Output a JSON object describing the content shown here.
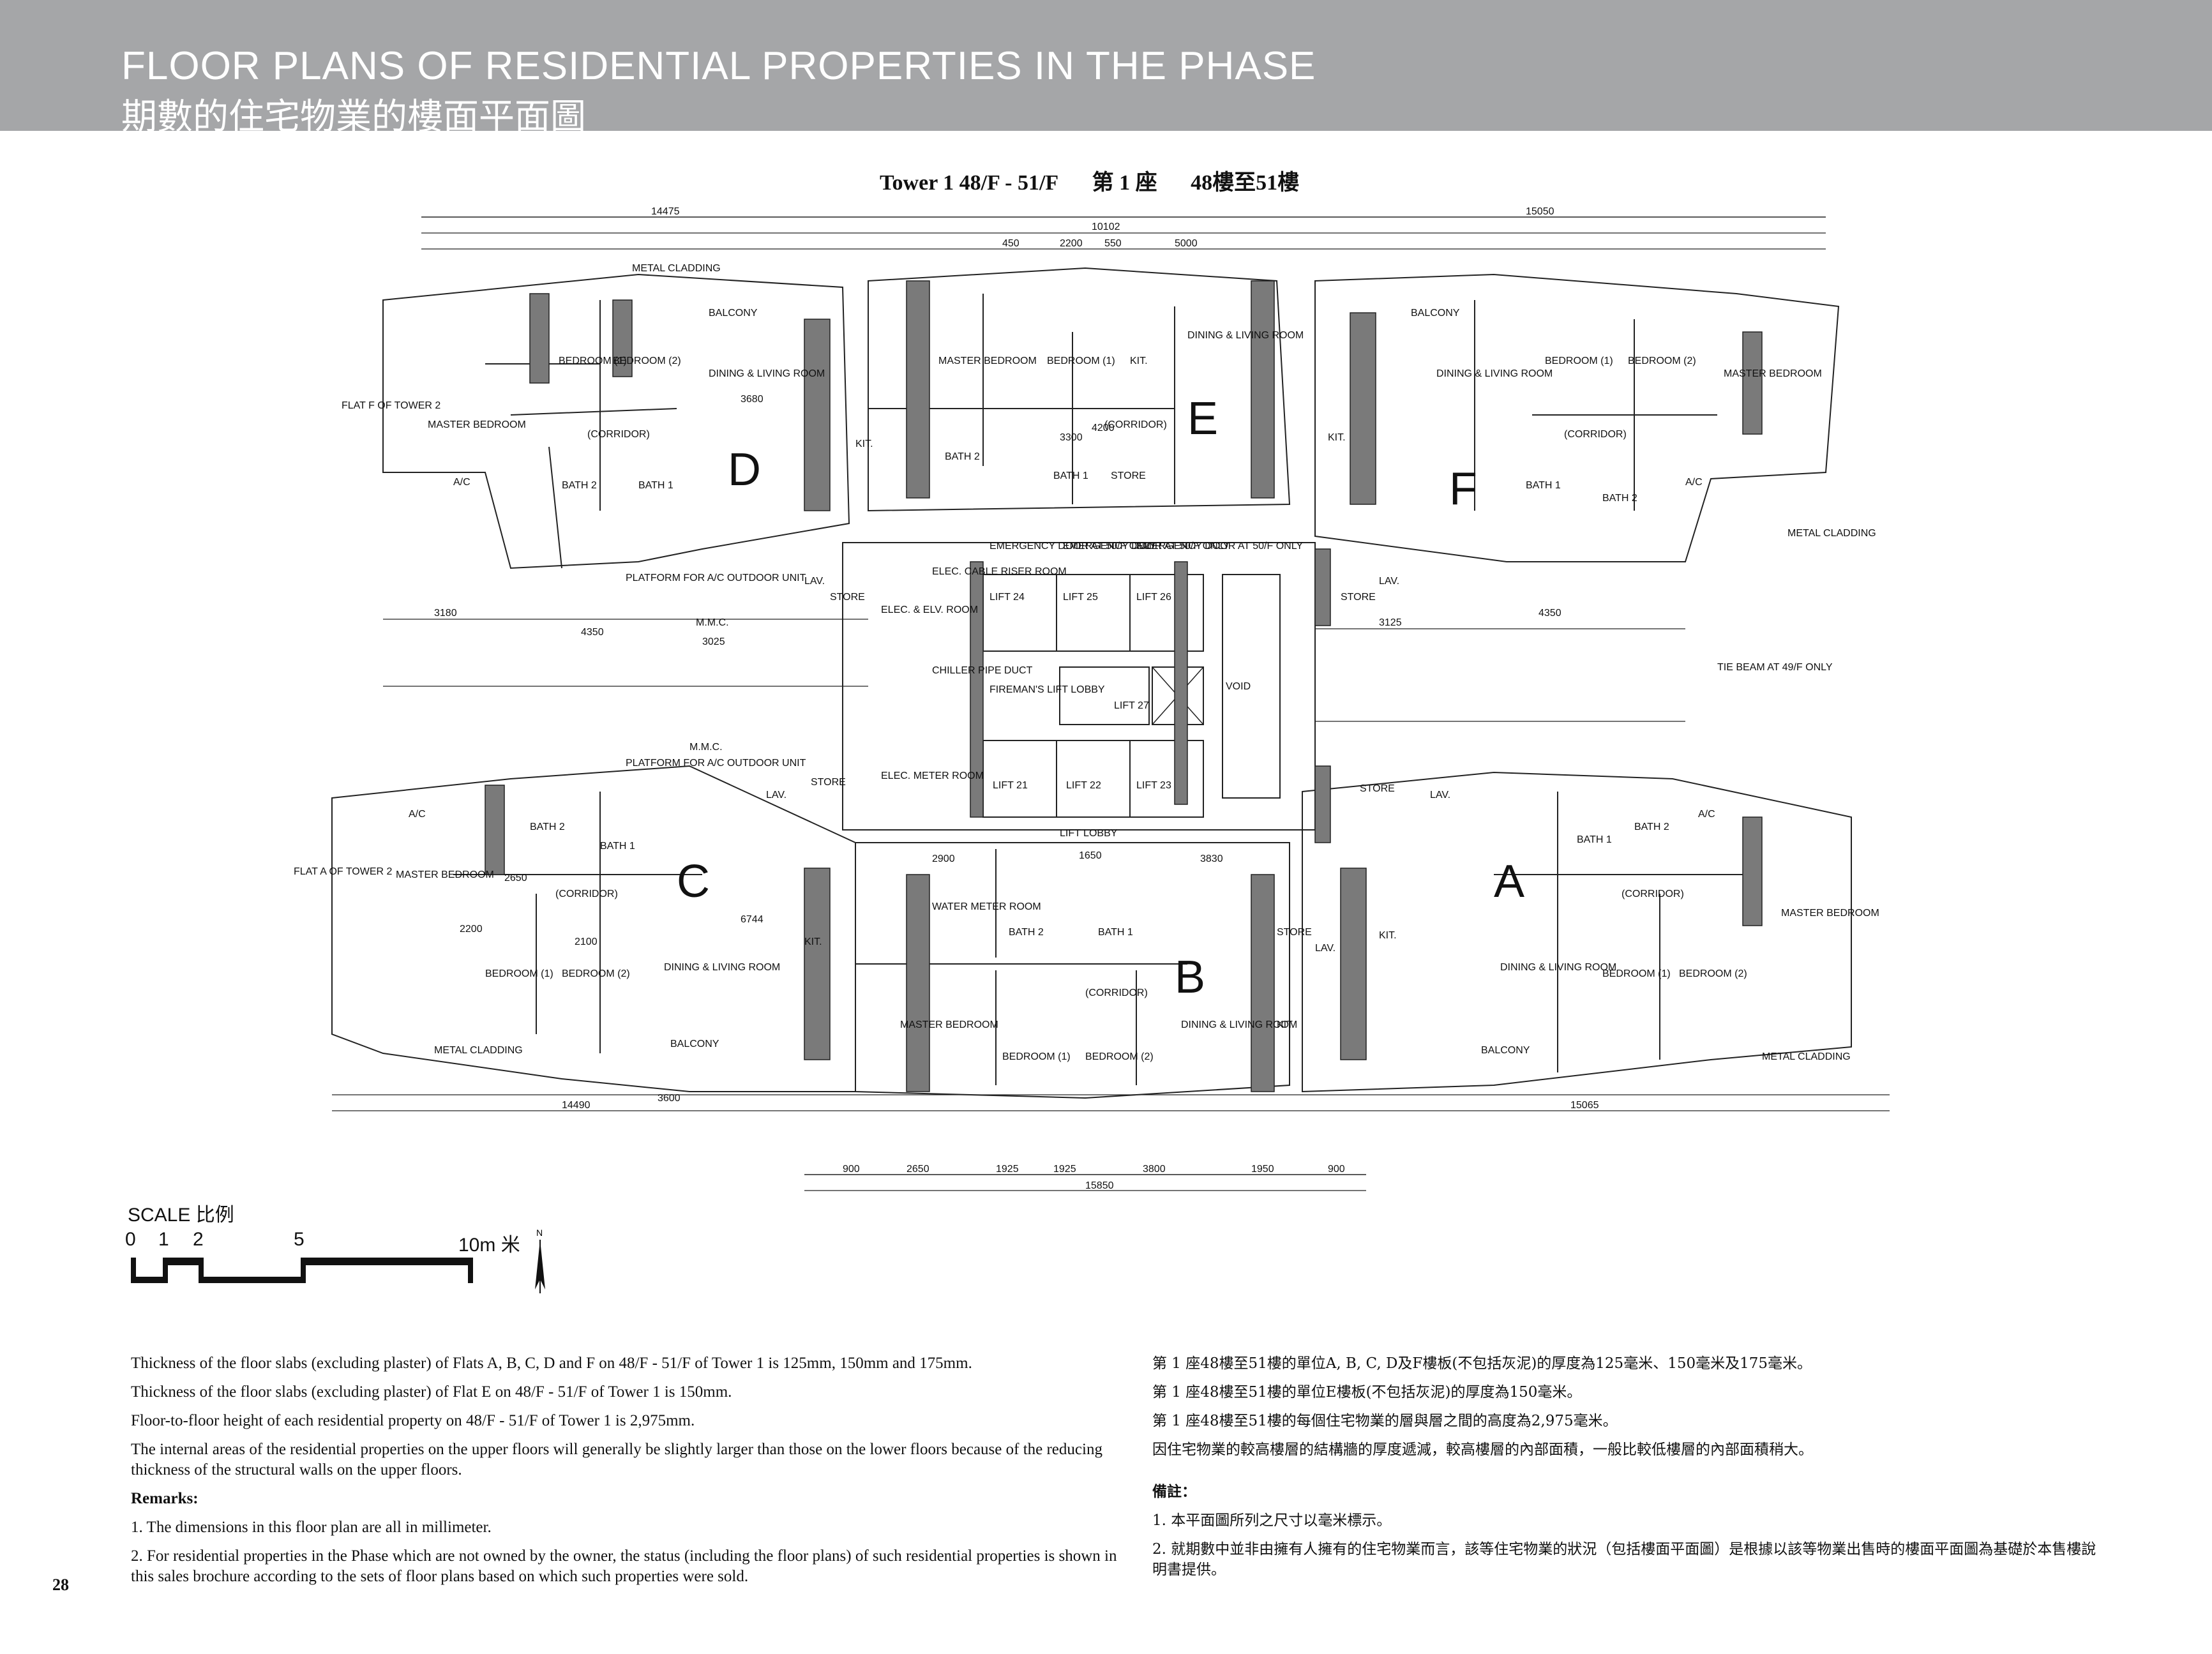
{
  "header": {
    "title_en": "FLOOR PLANS OF RESIDENTIAL PROPERTIES IN THE PHASE",
    "title_zh": "期數的住宅物業的樓面平面圖"
  },
  "plan_title": {
    "en": "Tower 1   48/F - 51/F",
    "zh_tower": "第 1 座",
    "zh_floor": "48樓至51樓"
  },
  "flats": {
    "a": "A",
    "b": "B",
    "c": "C",
    "d": "D",
    "e": "E",
    "f": "F"
  },
  "rooms": {
    "master_bedroom": "MASTER BEDROOM",
    "bedroom_1": "BEDROOM (1)",
    "bedroom_2": "BEDROOM (2)",
    "bedroom": "BEDROOM",
    "dining_living": "DINING & LIVING ROOM",
    "balcony": "BALCONY",
    "corridor": "(CORRIDOR)",
    "bath_1": "BATH 1",
    "bath_2": "BATH 2",
    "kit": "KIT.",
    "store": "STORE",
    "lav": "LAV.",
    "ac": "A/C",
    "lift_21": "LIFT 21",
    "lift_22": "LIFT 22",
    "lift_23": "LIFT 23",
    "lift_24": "LIFT 24",
    "lift_25": "LIFT 25",
    "lift_26": "LIFT 26",
    "lift_27": "LIFT 27",
    "lift_lobby": "LIFT LOBBY",
    "firemans_lobby": "FIREMAN'S LIFT LOBBY",
    "elec_elv_room": "ELEC. & ELV. ROOM",
    "elec_meter_room": "ELEC. METER ROOM",
    "water_meter_room": "WATER METER ROOM",
    "elec_cable_riser": "ELEC. CABLE RISER ROOM",
    "chiller_duct": "CHILLER PIPE DUCT",
    "void": "VOID",
    "emergency_door": "EMERGENCY DOOR AT 50/F ONLY",
    "flat_f_tower2": "FLAT F OF TOWER 2",
    "flat_a_tower2": "FLAT A OF TOWER 2",
    "metal_cladding": "METAL CLADDING",
    "platform_ac": "PLATFORM FOR A/C OUTDOOR UNIT",
    "mmc": "M.M.C.",
    "tie_beam": "TIE BEAM AT 49/F ONLY"
  },
  "dimensions": {
    "top_total_left": "14475",
    "top_total_mid": "10102",
    "top_total_right": "15050",
    "top_mid_parts": [
      "450",
      "2200",
      "550",
      "5000"
    ],
    "bottom_total_left": "14490",
    "bottom_total_mid": "15850",
    "bottom_total_right": "15065",
    "bottom_mid_parts": [
      "900",
      "2650",
      "1925",
      "1925",
      "3800",
      "1950",
      "900"
    ],
    "mid_left": [
      "3180",
      "4350",
      "3025"
    ],
    "mid_right": [
      "3125",
      "4350"
    ],
    "room_dims": [
      "3680",
      "6744",
      "3300",
      "2650",
      "2200",
      "2100",
      "3600",
      "4200",
      "1650",
      "2900",
      "3830"
    ]
  },
  "scale": {
    "label": "SCALE 比例",
    "ticks": [
      "0",
      "1",
      "2",
      "5",
      "10m 米"
    ],
    "north": "N"
  },
  "notes_en": {
    "line1": "Thickness of the floor slabs (excluding plaster) of Flats A, B, C, D and F on 48/F - 51/F of Tower 1 is 125mm, 150mm and 175mm.",
    "line2": "Thickness of the floor slabs (excluding plaster) of Flat E on 48/F - 51/F of Tower 1 is 150mm.",
    "line3": "Floor-to-floor height of each residential property on 48/F - 51/F of Tower 1 is 2,975mm.",
    "line4": "The internal areas of the residential properties on the upper floors will generally be slightly larger than those on the lower floors because of the reducing thickness of the structural walls on the upper floors.",
    "remarks_title": "Remarks:",
    "remark1": "1. The dimensions in this floor plan are all in millimeter.",
    "remark2": "2. For residential properties in the Phase which are not owned by the owner, the status (including the floor plans) of such residential properties is shown in this sales brochure according to the sets of floor plans based on which such properties were sold."
  },
  "notes_zh": {
    "line1": "第 1 座48樓至51樓的單位A, B, C, D及F樓板(不包括灰泥)的厚度為125毫米、150毫米及175毫米。",
    "line2": "第 1 座48樓至51樓的單位E樓板(不包括灰泥)的厚度為150毫米。",
    "line3": "第 1 座48樓至51樓的每個住宅物業的層與層之間的高度為2,975毫米。",
    "line4": "因住宅物業的較高樓層的結構牆的厚度遞減，較高樓層的內部面積，一般比較低樓層的內部面積稍大。",
    "remarks_title": "備註：",
    "remark1": "1. 本平面圖所列之尺寸以毫米標示。",
    "remark2": "2. 就期數中並非由擁有人擁有的住宅物業而言，該等住宅物業的狀況（包括樓面平面圖）是根據以該等物業出售時的樓面平面圖為基礎於本售樓說明書提供。"
  },
  "page_number": "28"
}
